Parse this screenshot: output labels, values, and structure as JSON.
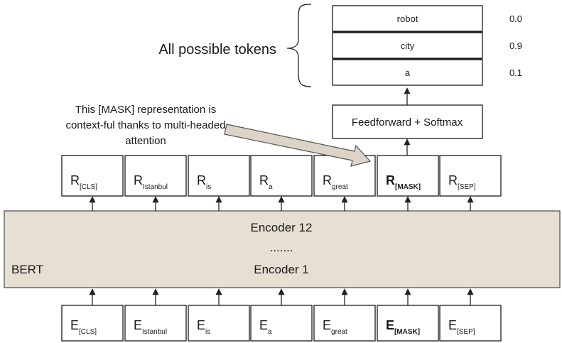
{
  "output_tokens": [
    {
      "token": "robot",
      "prob": "0.0"
    },
    {
      "token": "city",
      "prob": "0.9"
    },
    {
      "token": "a",
      "prob": "0.1"
    }
  ],
  "tokens_label": "All possible tokens",
  "feedforward_label": "Feedforward + Softmax",
  "callout_lines": [
    "This [MASK] representation is",
    "context-ful thanks to multi-headed",
    "attention"
  ],
  "representations": [
    {
      "letter": "R",
      "sub": "[CLS]",
      "bold": false
    },
    {
      "letter": "R",
      "sub": "Istanbul",
      "bold": false
    },
    {
      "letter": "R",
      "sub": "is",
      "bold": false
    },
    {
      "letter": "R",
      "sub": "a",
      "bold": false
    },
    {
      "letter": "R",
      "sub": "great",
      "bold": false
    },
    {
      "letter": "R",
      "sub": "[MASK]",
      "bold": true
    },
    {
      "letter": "R",
      "sub": "[SEP]",
      "bold": false
    }
  ],
  "embeddings": [
    {
      "letter": "E",
      "sub": "[CLS]",
      "bold": false
    },
    {
      "letter": "E",
      "sub": "Istanbul",
      "bold": false
    },
    {
      "letter": "E",
      "sub": "is",
      "bold": false
    },
    {
      "letter": "E",
      "sub": "a",
      "bold": false
    },
    {
      "letter": "E",
      "sub": "great",
      "bold": false
    },
    {
      "letter": "E",
      "sub": "[MASK]",
      "bold": true
    },
    {
      "letter": "E",
      "sub": "[SEP]",
      "bold": false
    }
  ],
  "encoder_top": "Encoder 12",
  "encoder_dots": ".......",
  "encoder_bottom": "Encoder 1",
  "model_label": "BERT",
  "colors": {
    "bert_fill": "#e6dfd2",
    "callout_arrow": "#dcd5c7"
  }
}
